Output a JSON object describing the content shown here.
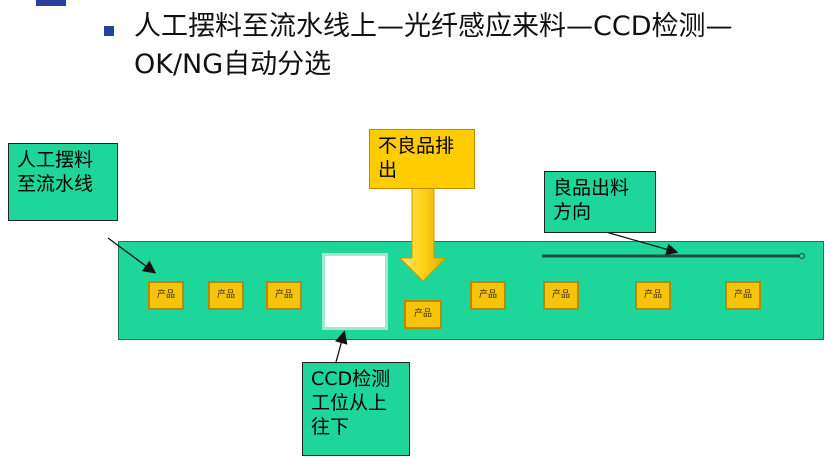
{
  "headline": {
    "line1": "人工摆料至流水线上—光纤感应来料—CCD检测—",
    "line2": "OK/NG自动分选"
  },
  "callouts": {
    "manual_loading": {
      "line1": "人工摆料",
      "line2": "至流水线"
    },
    "reject_out": {
      "line1": "不良品排",
      "line2": "出"
    },
    "good_out_direction": {
      "line1": "良品出料",
      "line2": "方向"
    },
    "ccd_station": {
      "line1": "CCD检测",
      "line2": "工位从上",
      "line3": "往下"
    }
  },
  "product_label": "产品",
  "product_count": 8,
  "colors": {
    "conveyor": "#1fd69a",
    "product": "#f7c40b",
    "reject_callout": "#ffcc00",
    "accent": "#2a3f9e"
  }
}
